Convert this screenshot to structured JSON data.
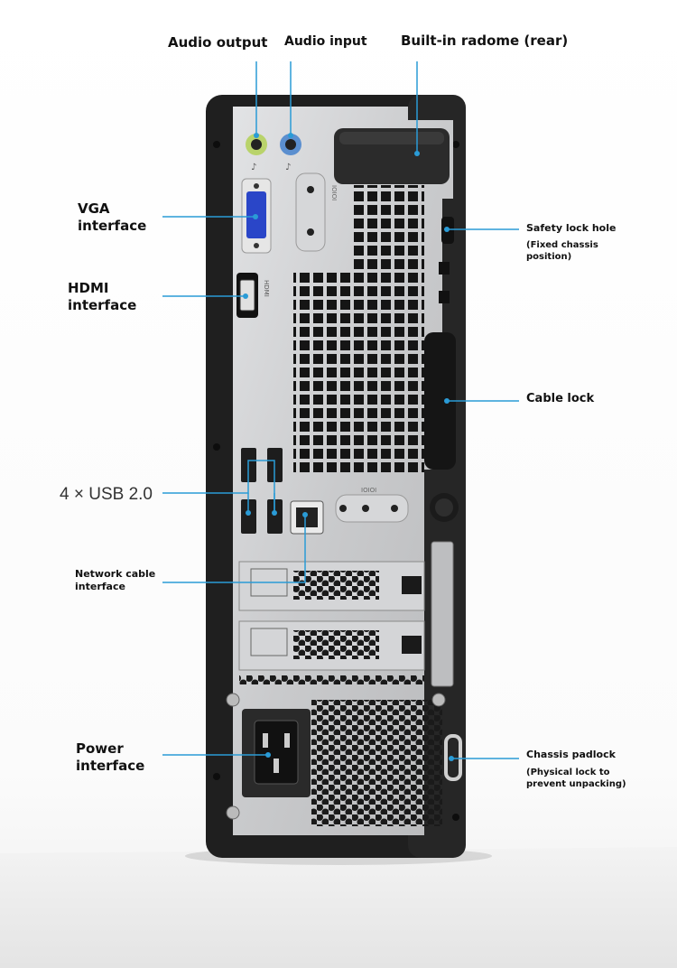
{
  "labels": {
    "audio_output": "Audio output",
    "audio_input": "Audio input",
    "radome": "Built-in radome (rear)",
    "vga_line1": "VGA",
    "vga_line2": "interface",
    "hdmi_line1": "HDMI",
    "hdmi_line2": "interface",
    "usb": "4 × USB 2.0",
    "network_line1": "Network cable",
    "network_line2": "interface",
    "power_line1": "Power",
    "power_line2": "interface",
    "safety_lock": "Safety lock hole",
    "safety_lock_note_line1": "(Fixed chassis",
    "safety_lock_note_line2": "position)",
    "cable_lock": "Cable lock",
    "padlock": "Chassis padlock",
    "padlock_note_line1": "(Physical lock to",
    "padlock_note_line2": "prevent unpacking)"
  },
  "port_text": {
    "hdmi": "HDMI",
    "serial_top": "IOIOI",
    "serial_mid": "IOIOI"
  },
  "colors": {
    "leader_line": "#2a9bd6",
    "chassis": "#1f1f1f",
    "panel": "#cfd0d2",
    "audio_output_jack": "#b9d36b",
    "audio_input_jack": "#5b8fcf",
    "vga_port": "#2a46c8"
  }
}
